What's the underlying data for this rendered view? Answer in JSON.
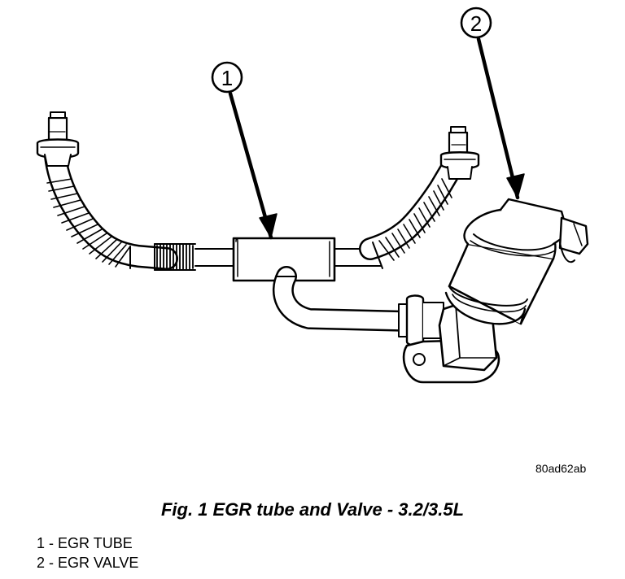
{
  "figure": {
    "image_code": "80ad62ab",
    "caption": "Fig. 1 EGR tube and Valve - 3.2/3.5L"
  },
  "callouts": [
    {
      "number": "1",
      "label": "EGR TUBE"
    },
    {
      "number": "2",
      "label": "EGR VALVE"
    }
  ],
  "legend": [
    {
      "number": "1",
      "separator": " - ",
      "label": "EGR TUBE"
    },
    {
      "number": "2",
      "separator": " - ",
      "label": "EGR VALVE"
    }
  ]
}
